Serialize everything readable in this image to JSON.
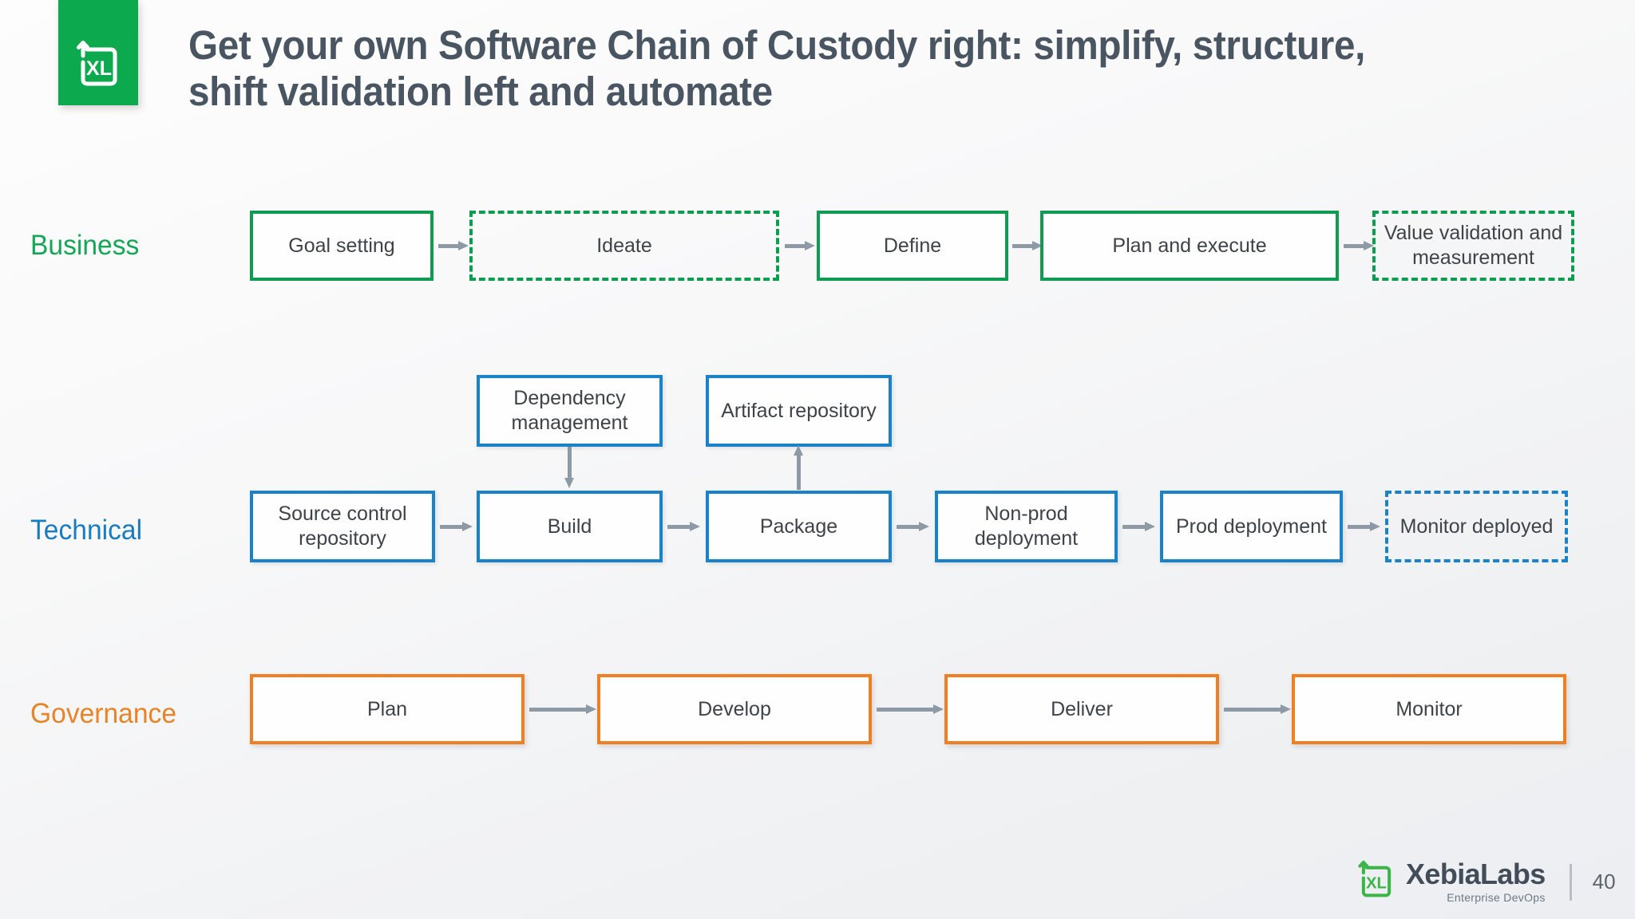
{
  "header": {
    "logo_alt": "xl-logo",
    "title": "Get your own Software Chain of Custody right: simplify, structure, shift validation left and automate"
  },
  "colors": {
    "business": "#16A657",
    "technical": "#1A7CC0",
    "governance": "#E8832A",
    "business_border": "#0E9C51",
    "technical_border": "#1A82C8",
    "governance_border": "#EE7F22",
    "arrow": "#8D9AA6",
    "title_text": "#4A5562",
    "node_text": "#3E4349",
    "logo_green": "#0DA94F"
  },
  "rows": [
    {
      "label": "Business",
      "style": "green",
      "nodes": [
        {
          "label": "Goal setting",
          "dashed": false
        },
        {
          "label": "Ideate",
          "dashed": true
        },
        {
          "label": "Define",
          "dashed": false
        },
        {
          "label": "Plan and execute",
          "dashed": false
        },
        {
          "label": "Value validation and measurement",
          "dashed": true
        }
      ]
    },
    {
      "label": "Technical",
      "style": "blue",
      "nodes": [
        {
          "label": "Source control repository",
          "dashed": false
        },
        {
          "label": "Dependency management",
          "dashed": false
        },
        {
          "label": "Artifact repository",
          "dashed": false
        },
        {
          "label": "Build",
          "dashed": false
        },
        {
          "label": "Package",
          "dashed": false
        },
        {
          "label": "Non-prod deployment",
          "dashed": false
        },
        {
          "label": "Prod deployment",
          "dashed": false
        },
        {
          "label": "Monitor deployed",
          "dashed": true
        }
      ]
    },
    {
      "label": "Governance",
      "style": "orange",
      "nodes": [
        {
          "label": "Plan",
          "dashed": false
        },
        {
          "label": "Develop",
          "dashed": false
        },
        {
          "label": "Deliver",
          "dashed": false
        },
        {
          "label": "Monitor",
          "dashed": false
        }
      ]
    }
  ],
  "footer": {
    "brand": "XebiaLabs",
    "tagline": "Enterprise DevOps",
    "page_number": "40"
  }
}
